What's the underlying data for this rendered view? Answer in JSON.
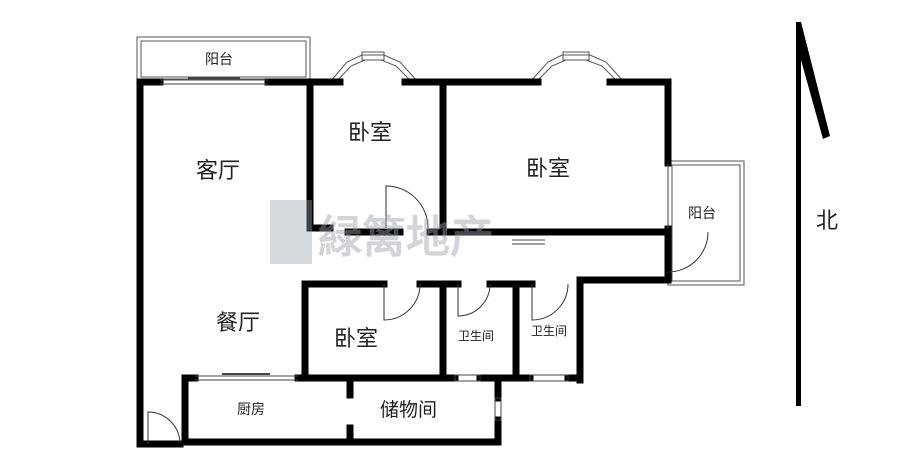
{
  "rooms": {
    "living_room": "客厅",
    "dining_room": "餐厅",
    "bedroom_1": "卧室",
    "bedroom_2": "卧室",
    "bedroom_3": "卧室",
    "kitchen": "厨房",
    "storage": "储物间",
    "bathroom_1": "卫生间",
    "bathroom_2": "卫生间",
    "balcony_top": "阳台",
    "balcony_right": "阳台"
  },
  "compass": {
    "north_label": "北"
  },
  "watermark": {
    "text": "緑篱地产"
  },
  "colors": {
    "wall": "#000000",
    "thin_line": "#444444",
    "watermark": "#9aa3ad"
  }
}
